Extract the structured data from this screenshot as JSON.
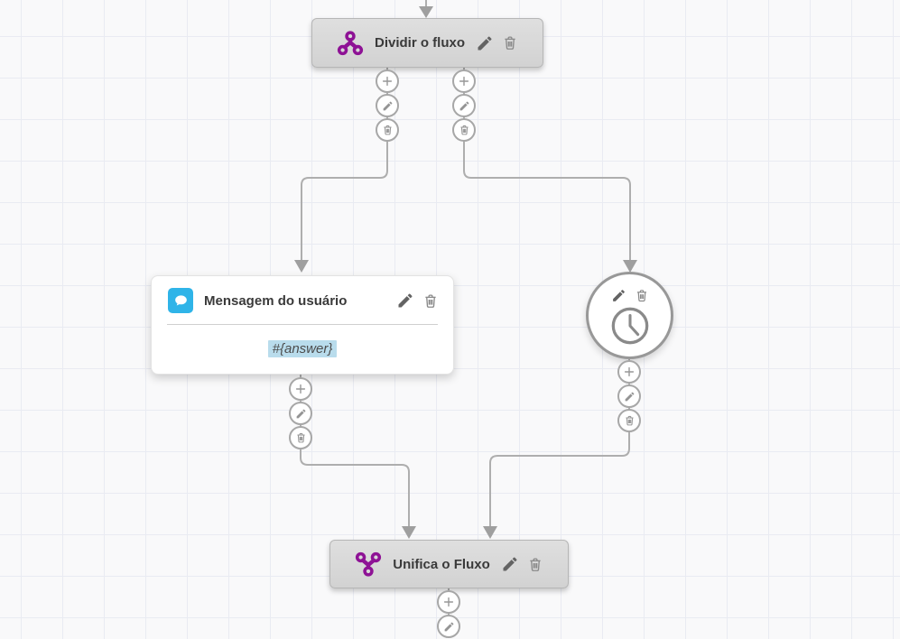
{
  "canvas": {
    "background_color": "#f9f9fa",
    "grid_line_color": "#e9ebf2"
  },
  "colors": {
    "accent_purple": "#8e1295",
    "message_icon_blue": "#2fb4e8",
    "answer_highlight": "#b9dcec",
    "connector_gray": "#aeaeae",
    "node_gray": "#d8d8d8"
  },
  "nodes": {
    "divide": {
      "title": "Dividir o fluxo",
      "icon": "split-flow-icon"
    },
    "user_message": {
      "title": "Mensagem do usuário",
      "body_text": "#{answer}",
      "icon": "chat-bubble-icon"
    },
    "wait": {
      "icon": "clock-icon"
    },
    "merge": {
      "title": "Unifica o Fluxo",
      "icon": "merge-flow-icon"
    }
  },
  "connector_actions": [
    "plus-icon",
    "pencil-icon",
    "trash-icon"
  ],
  "node_actions": [
    "pencil-icon",
    "trash-icon"
  ]
}
